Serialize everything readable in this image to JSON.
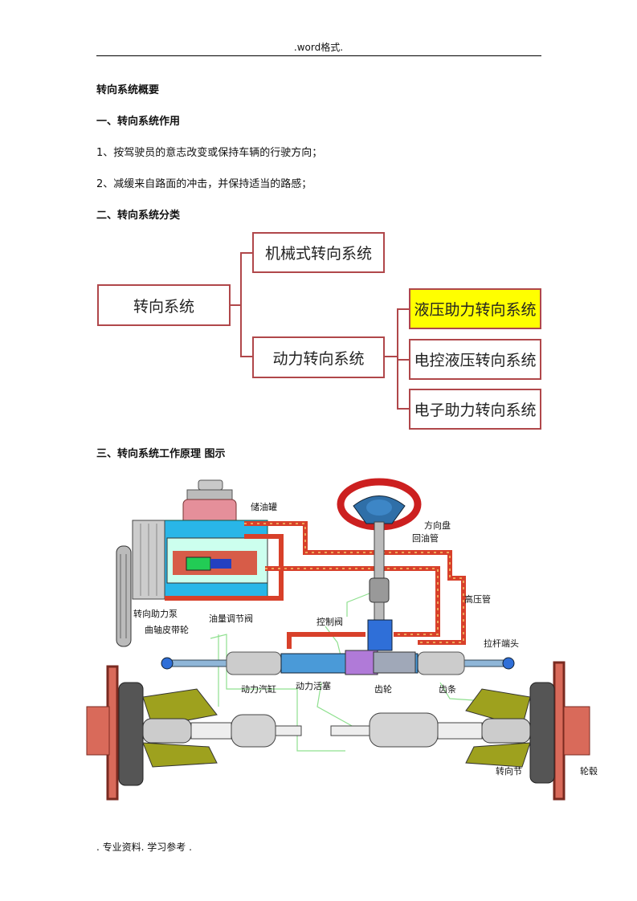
{
  "header": {
    "text": ".word格式."
  },
  "title": "转向系统概要",
  "section1": {
    "heading": "一、转向系统作用",
    "items": [
      "1、按驾驶员的意志改变或保持车辆的行驶方向；",
      "2、减缓来自路面的冲击，并保持适当的路感；"
    ]
  },
  "section2": {
    "heading": "二、转向系统分类",
    "tree": {
      "root": "转向系统",
      "mechanical": "机械式转向系统",
      "power": "动力转向系统",
      "hydraulic": "液压助力转向系统",
      "electro_hydraulic": "电控液压转向系统",
      "electric": "电子助力转向系统"
    }
  },
  "section3": {
    "heading": "三、转向系统工作原理 图示",
    "labels": {
      "reservoir": "储油罐",
      "steering_wheel": "方向盘",
      "return_pipe": "回油管",
      "high_pressure_pipe": "高压管",
      "pump": "转向助力泵",
      "crank_pulley": "曲轴皮带轮",
      "flow_valve": "油量调节阀",
      "control_valve": "控制阀",
      "tie_rod_end": "拉杆端头",
      "power_cylinder": "动力汽缸",
      "power_piston": "动力活塞",
      "gear": "齿轮",
      "rack": "齿条",
      "knuckle": "转向节",
      "hub": "轮毂"
    }
  },
  "footer": {
    "text": ".    专业资料. 学习参考       ."
  },
  "colors": {
    "box_border": "#b0474a",
    "highlight": "#ffff00",
    "oil_red": "#d8402a",
    "pump_blue": "#29b6e8"
  }
}
